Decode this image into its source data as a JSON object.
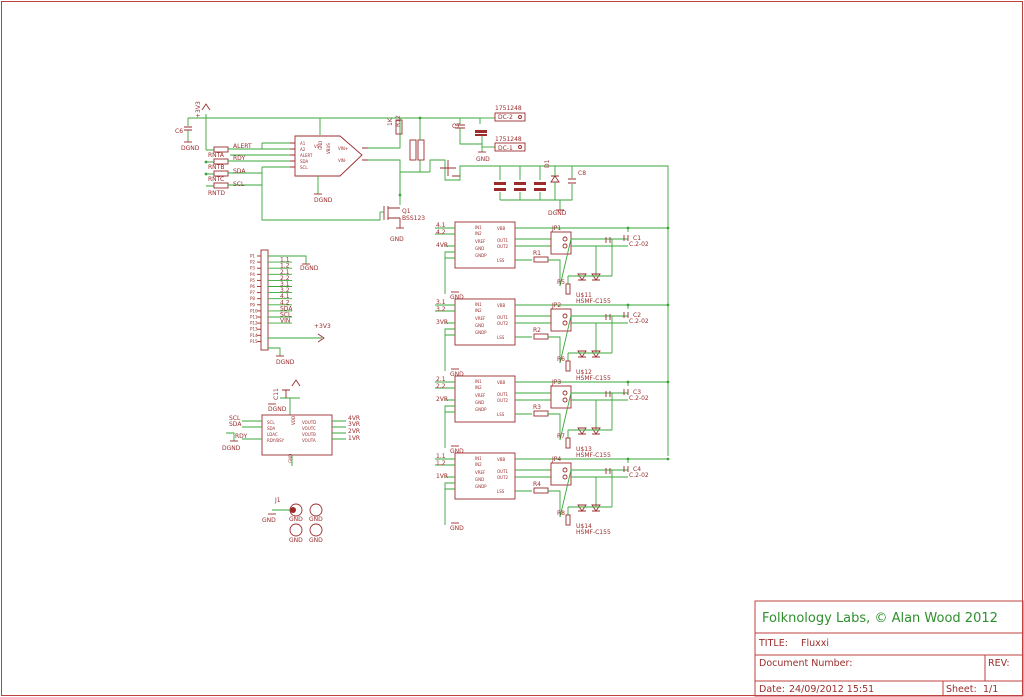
{
  "title_block": {
    "company": "Folknology Labs, © Alan Wood 2012",
    "title_label": "TITLE:",
    "title_value": "Fluxxi",
    "docnum_label": "Document Number:",
    "rev_label": "REV:",
    "date_label": "Date:",
    "date_value": "24/09/2012 15:51",
    "sheet_label": "Sheet:",
    "sheet_value": "1/1"
  },
  "colors": {
    "wire": "#3aa63a",
    "symbol": "#9b2c2c",
    "title": "#2f8f2f"
  },
  "top": {
    "c6": "C6",
    "dgnd": "DGND",
    "v3": "+3V3",
    "ic_label": "U1",
    "ic_pins_left": [
      "A1",
      "A2",
      "ALERT",
      "SDA",
      "SCL"
    ],
    "ic_pins_right": [
      "VIN+",
      "VIN-"
    ],
    "ic_pins_mid": [
      "VS",
      "GND",
      "VBUS"
    ],
    "nets": [
      "ALERT",
      "RDY",
      "SDA",
      "SCL"
    ],
    "rnt": [
      "RNTA",
      "RNTB",
      "RNTC",
      "RNTD"
    ],
    "c7": "C7",
    "conn1": "1751248",
    "conn1_sub": "DC-1",
    "conn2": "1751248",
    "conn2_sub": "DC-2",
    "rsense": "R12",
    "rv": "1K",
    "gnd": "GND",
    "q1": "Q1",
    "q1_part": "BSS123",
    "c8": "C8",
    "d1": "D1"
  },
  "header": {
    "pins": [
      "P1",
      "P2",
      "P3",
      "P4",
      "P5",
      "P6",
      "P7",
      "P8",
      "P9",
      "P10",
      "P11",
      "P12",
      "P13",
      "P14",
      "P15"
    ],
    "nets": [
      "1.1",
      "1.2",
      "2.1",
      "2.2",
      "3.1",
      "3.2",
      "4.1",
      "4.2",
      "SDA",
      "SCL",
      "VIN"
    ],
    "dgnd": "DGND",
    "v3": "+3V3"
  },
  "dac": {
    "c11": "C11",
    "dgnd": "DGND",
    "in_nets": [
      "SCL",
      "SDA",
      "RDY"
    ],
    "pins_left": [
      "SCL",
      "SDA",
      "LDAC",
      "RDY/BSY"
    ],
    "pins_right": [
      "VOUTD",
      "VOUTC",
      "VOUTB",
      "VOUTA"
    ],
    "out_nets": [
      "4VR",
      "3VR",
      "2VR",
      "1VR"
    ],
    "mid": "VDD",
    "mid2": "GND"
  },
  "jack": {
    "j1": "J1",
    "gnd": "GND",
    "labels": [
      "GND",
      "GND",
      "GND",
      "GND"
    ]
  },
  "drivers": [
    {
      "in1": "4.1",
      "in2": "4.2",
      "vref": "4VR",
      "jp": "JP1",
      "r": "R1",
      "rled": "R5",
      "c": "C1",
      "cval": "C.2-02",
      "u": "U$11",
      "led": "HSMF-C155"
    },
    {
      "in1": "3.1",
      "in2": "3.2",
      "vref": "3VR",
      "jp": "JP2",
      "r": "R2",
      "rled": "R6",
      "c": "C2",
      "cval": "C.2-02",
      "u": "U$12",
      "led": "HSMF-C155"
    },
    {
      "in1": "2.1",
      "in2": "2.2",
      "vref": "2VR",
      "jp": "JP3",
      "r": "R3",
      "rled": "R7",
      "c": "C3",
      "cval": "C.2-02",
      "u": "U$13",
      "led": "HSMF-C155"
    },
    {
      "in1": "1.1",
      "in2": "1.2",
      "vref": "1VR",
      "jp": "JP4",
      "r": "R4",
      "rled": "R8",
      "c": "C4",
      "cval": "C.2-02",
      "u": "U$14",
      "led": "HSMF-C155"
    }
  ],
  "driver_pins": {
    "left": [
      "IN1",
      "IN2",
      "VREF",
      "GND",
      "GNDP"
    ],
    "right": [
      "VBB",
      "OUT1",
      "OUT2",
      "LSS"
    ],
    "gnd": "GND"
  }
}
